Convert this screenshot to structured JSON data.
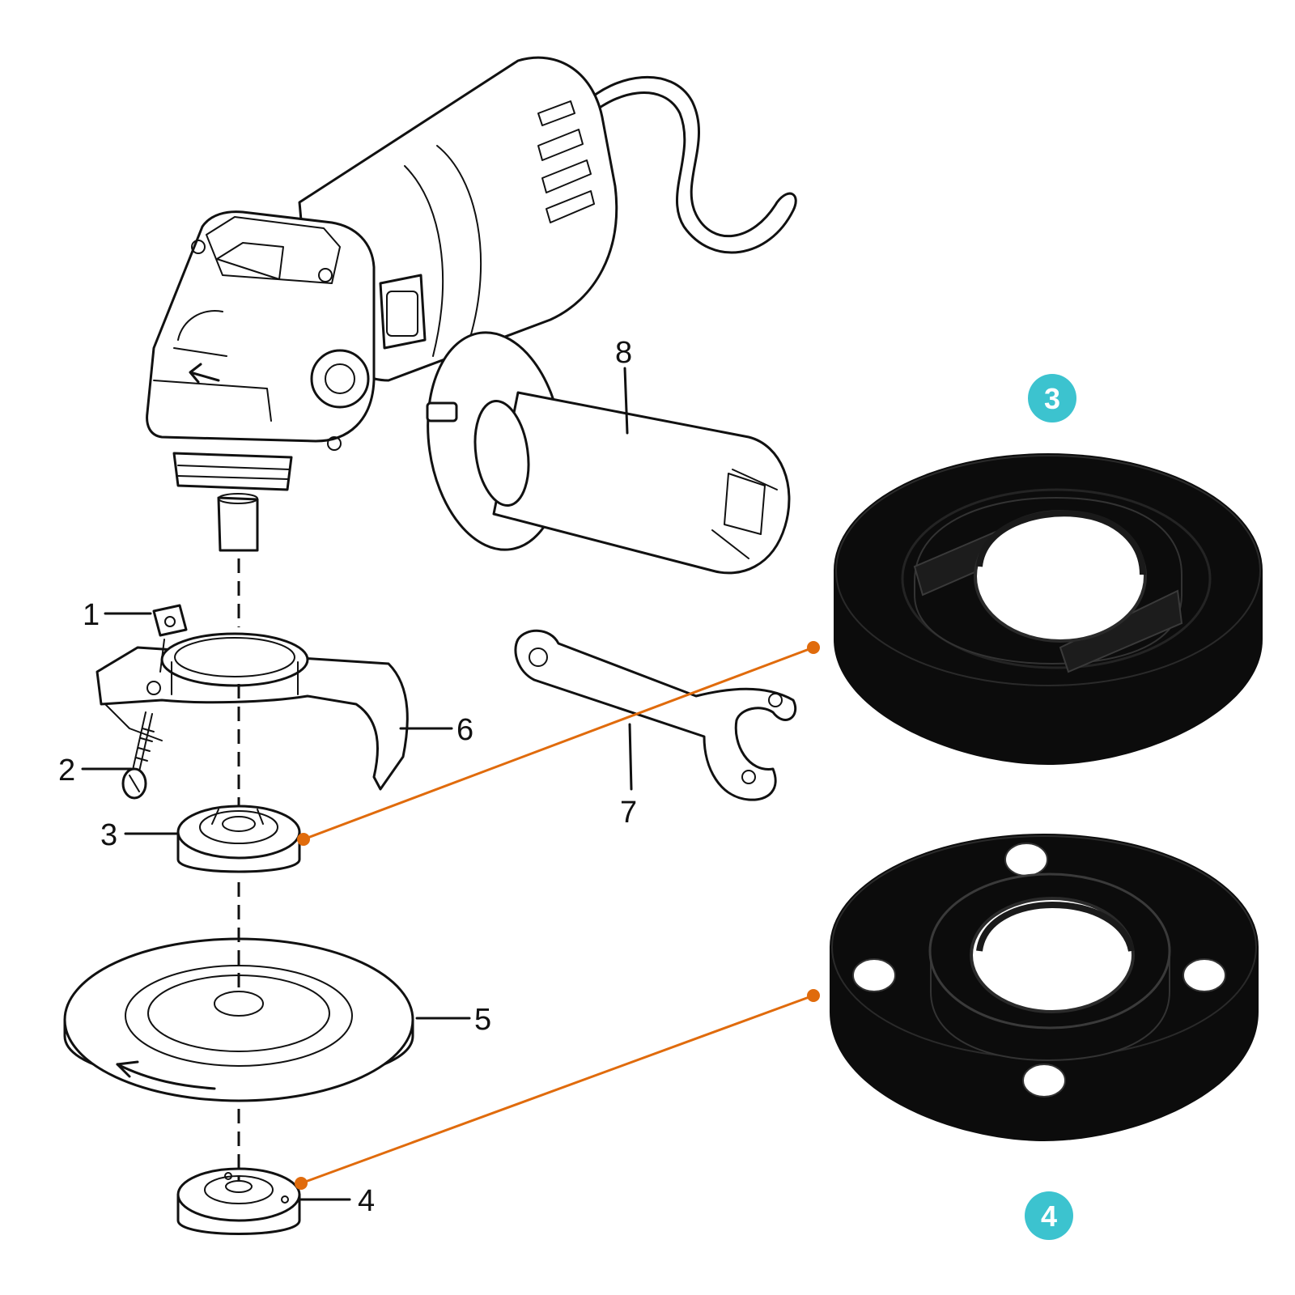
{
  "colors": {
    "callout": "#e06b0c",
    "badge": "#3cc3cf",
    "line_art": "#111111",
    "part_black": "#0c0c0c"
  },
  "labels": {
    "p1": "1",
    "p2": "2",
    "p3": "3",
    "p4": "4",
    "p5": "5",
    "p6": "6",
    "p7": "7",
    "p8": "8"
  },
  "badges": {
    "inner_flange": "3",
    "lock_nut": "4"
  }
}
